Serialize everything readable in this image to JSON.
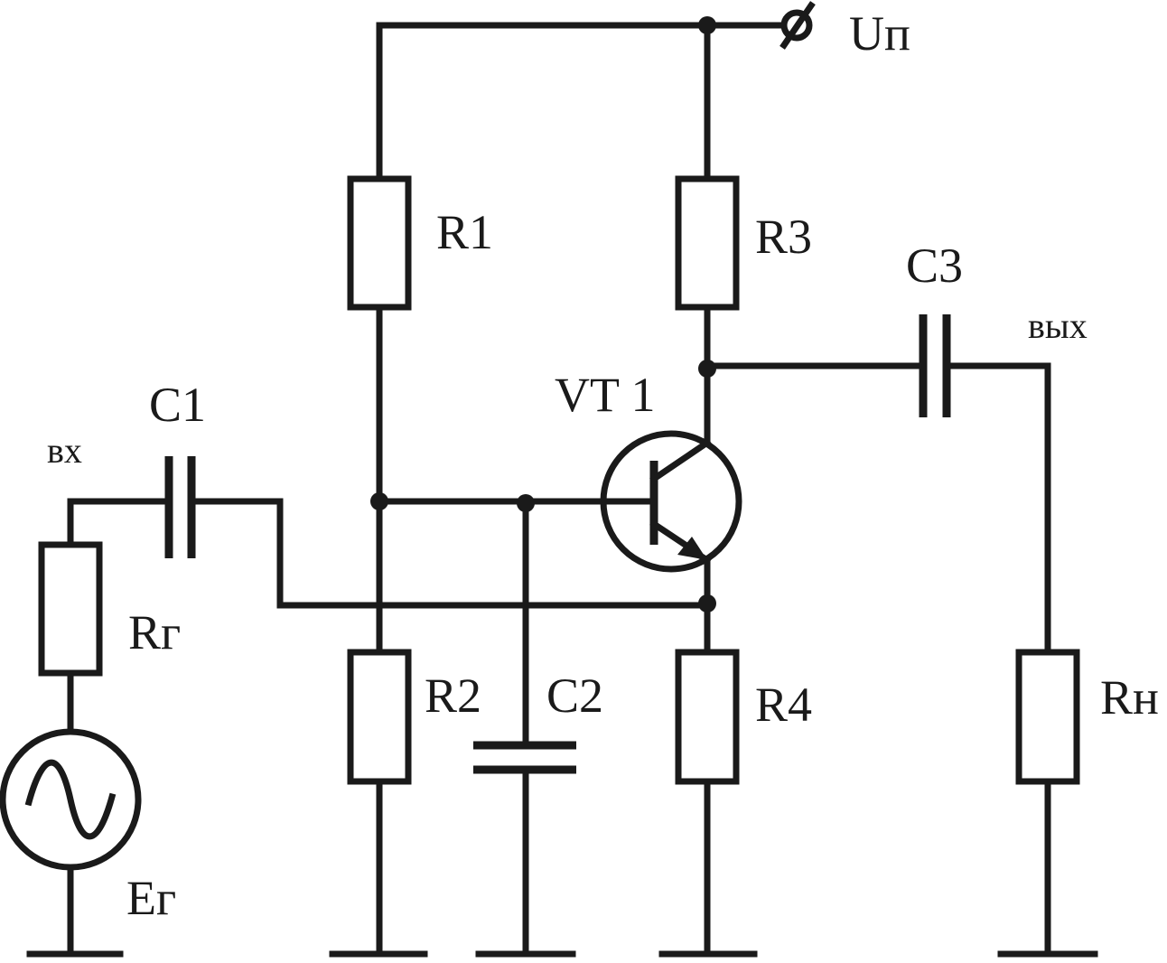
{
  "labels": {
    "supply": "Uп",
    "r1": "R1",
    "r2": "R2",
    "r3": "R3",
    "r4": "R4",
    "rg": "Rг",
    "rn": "Rн",
    "c1": "C1",
    "c2": "C2",
    "c3": "C3",
    "vt1": "VT 1",
    "eg": "Eг",
    "input": "вх",
    "output": "вых"
  }
}
